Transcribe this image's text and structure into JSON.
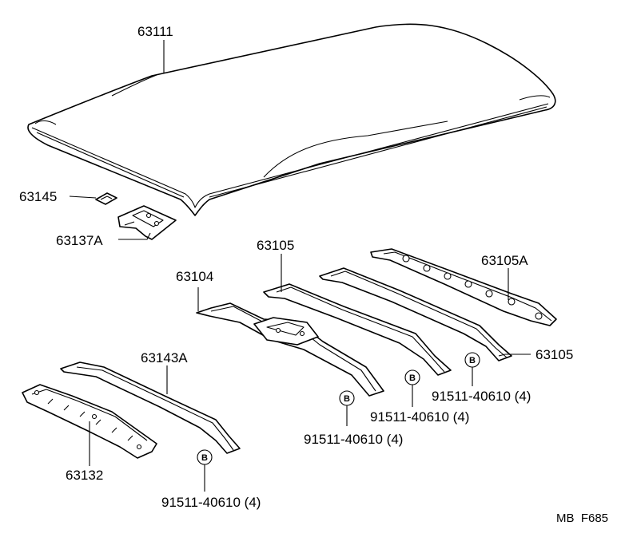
{
  "parts": {
    "roof_panel": "63111",
    "roof_pad": "63145",
    "bracket": "63137A",
    "bow_front_center": "63104",
    "bow_middle": "63105",
    "bow_rear_outer": "63105A",
    "bow_rear": "63105",
    "reinforcement_front": "63143A",
    "header_front": "63132"
  },
  "bolts": {
    "symbol": "B",
    "callout_1": "91511-40610 (4)",
    "callout_2": "91511-40610 (4)",
    "callout_3": "91511-40610 (4)",
    "callout_4": "91511-40610 (4)"
  },
  "footer": {
    "code": "MB  F685"
  }
}
